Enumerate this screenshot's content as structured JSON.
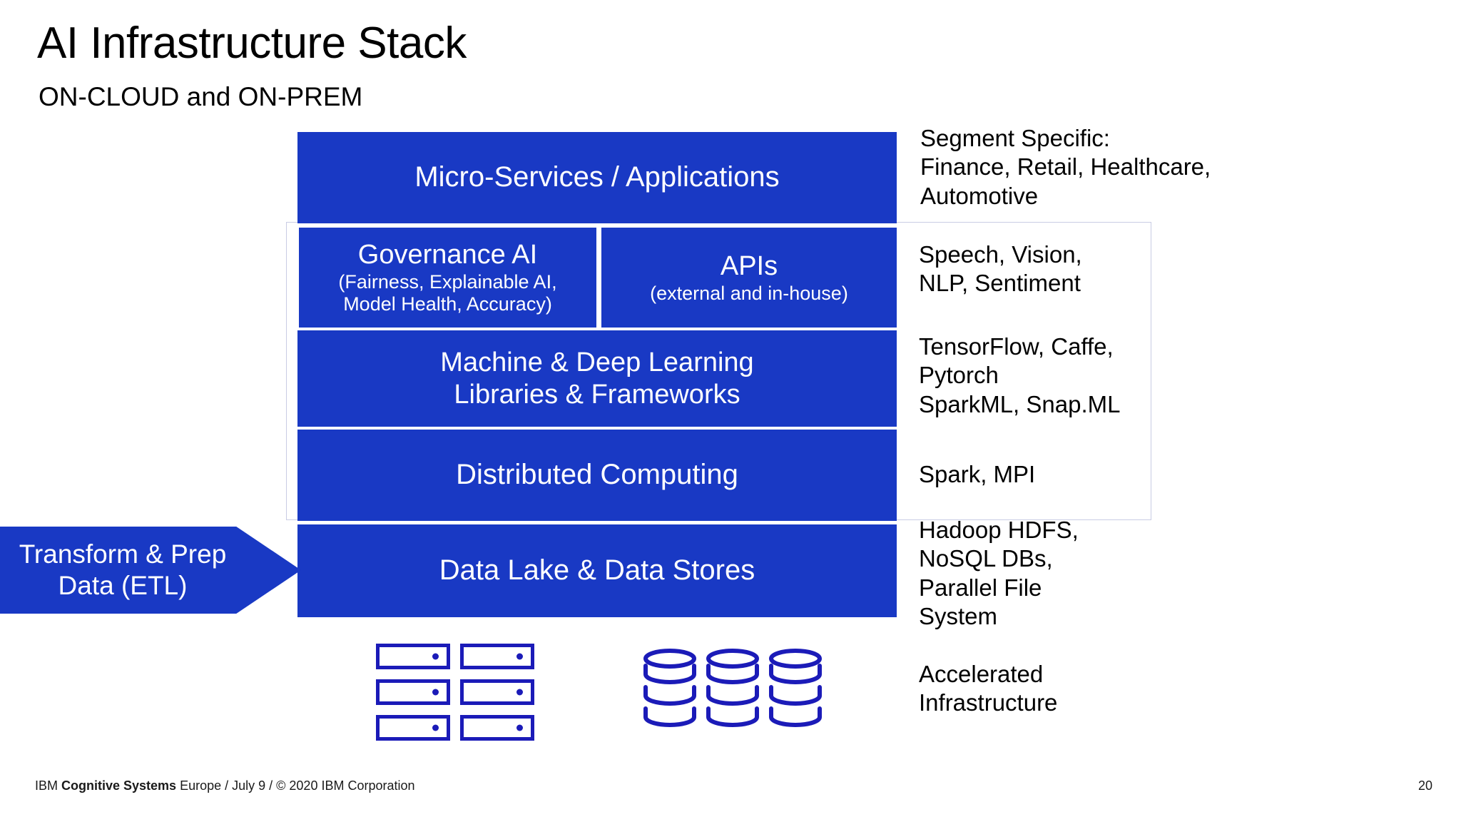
{
  "slide": {
    "title": "AI Infrastructure Stack",
    "subtitle": "ON-CLOUD and ON-PREM",
    "accent_color": "#1939c4",
    "outline_color": "#c9cce4",
    "icon_color": "#1b1bb8",
    "background_color": "#ffffff"
  },
  "stack": {
    "layers": [
      {
        "id": "micro-services",
        "label": "Micro-Services / Applications",
        "sublabel": ""
      },
      {
        "id": "governance-ai",
        "label": "Governance AI",
        "sublabel": "(Fairness, Explainable AI,\nModel Health, Accuracy)"
      },
      {
        "id": "apis",
        "label": "APIs",
        "sublabel": "(external and in-house)"
      },
      {
        "id": "ml-dl-libraries",
        "label": "Machine & Deep Learning\nLibraries & Frameworks",
        "sublabel": ""
      },
      {
        "id": "distributed-computing",
        "label": "Distributed Computing",
        "sublabel": ""
      },
      {
        "id": "data-lake",
        "label": "Data Lake & Data Stores",
        "sublabel": ""
      }
    ]
  },
  "etl": {
    "label": "Transform & Prep\nData (ETL)"
  },
  "notes": [
    {
      "id": "segment-specific",
      "text": "Segment Specific:\nFinance, Retail, Healthcare,\nAutomotive"
    },
    {
      "id": "cognitive-services",
      "text": "Speech, Vision,\nNLP, Sentiment"
    },
    {
      "id": "frameworks",
      "text": "TensorFlow, Caffe,\nPytorch\nSparkML, Snap.ML"
    },
    {
      "id": "distributed",
      "text": "Spark, MPI"
    },
    {
      "id": "data-stores",
      "text": "Hadoop HDFS,\nNoSQL DBs,\nParallel File\nSystem"
    },
    {
      "id": "accelerated",
      "text": "Accelerated\nInfrastructure"
    }
  ],
  "hardware": {
    "server_icon_name": "server-rack-icon",
    "server_units": 6,
    "database_icon_name": "database-cylinder-icon",
    "database_count": 3
  },
  "footer": {
    "brand_prefix": "IBM ",
    "brand_bold": "Cognitive Systems",
    "brand_suffix": " Europe / July 9 /  © 2020 IBM Corporation",
    "page_number": "20"
  }
}
